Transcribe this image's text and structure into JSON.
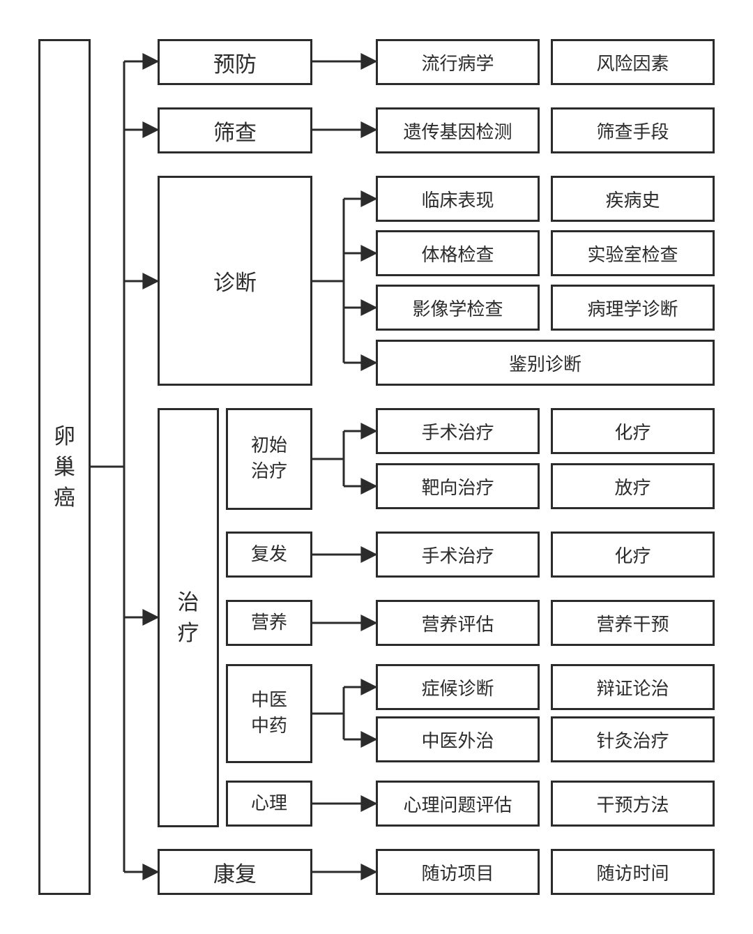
{
  "root": "卵巢癌",
  "prevention": {
    "label": "预防",
    "items": [
      "流行病学",
      "风险因素"
    ]
  },
  "screening": {
    "label": "筛查",
    "items": [
      "遗传基因检测",
      "筛查手段"
    ]
  },
  "diagnosis": {
    "label": "诊断",
    "items": [
      "临床表现",
      "疾病史",
      "体格检查",
      "实验室检查",
      "影像学检查",
      "病理学诊断",
      "鉴别诊断"
    ]
  },
  "treatment": {
    "label": "治疗",
    "initial": {
      "label": "初始治疗",
      "items": [
        "手术治疗",
        "化疗",
        "靶向治疗",
        "放疗"
      ]
    },
    "relapse": {
      "label": "复发",
      "items": [
        "手术治疗",
        "化疗"
      ]
    },
    "nutrition": {
      "label": "营养",
      "items": [
        "营养评估",
        "营养干预"
      ]
    },
    "tcm": {
      "label": "中医中药",
      "items": [
        "症候诊断",
        "辩证论治",
        "中医外治",
        "针灸治疗"
      ]
    },
    "psychology": {
      "label": "心理",
      "items": [
        "心理问题评估",
        "干预方法"
      ]
    }
  },
  "rehabilitation": {
    "label": "康复",
    "items": [
      "随访项目",
      "随访时间"
    ]
  },
  "colors": {
    "stroke": "#2b2b2b",
    "background": "#ffffff"
  }
}
